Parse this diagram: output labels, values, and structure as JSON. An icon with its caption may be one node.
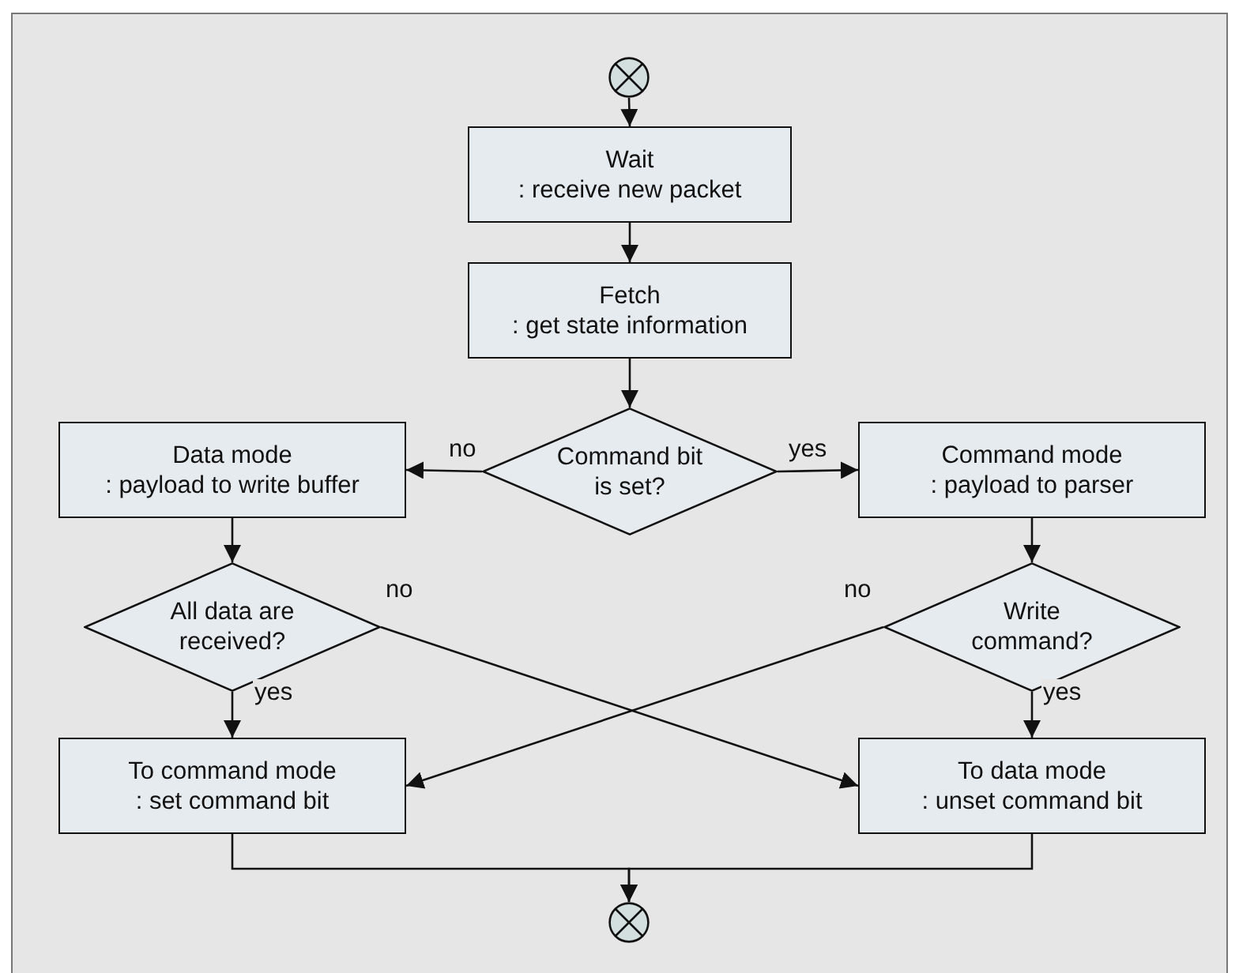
{
  "diagram": {
    "nodes": [
      {
        "text": [],
        "shape": "circle"
      },
      {
        "text": [
          "Wait",
          ": receive new packet"
        ]
      },
      {
        "text": [
          "Fetch",
          ": get state information"
        ]
      },
      {
        "text": [
          "Command bit is set?"
        ]
      },
      {
        "text": [
          "Data mode",
          ": payload to write buffer"
        ]
      },
      {
        "text": [
          "Command mode",
          ": payload to parser"
        ]
      },
      {
        "text": [
          "All data are received?"
        ]
      },
      {
        "text": [
          "Write command?"
        ]
      },
      {
        "text": [
          "To command mode",
          ": set command bit"
        ]
      },
      {
        "text": [
          "To data mode",
          ": unset command bit"
        ]
      },
      {
        "text": [],
        "shape": "circle"
      }
    ],
    "edges": [
      {
        "from": 0,
        "to": 1,
        "arrow": "to"
      },
      {
        "from": 1,
        "to": 2,
        "arrow": "to"
      },
      {
        "from": 2,
        "to": 3,
        "arrow": "to"
      },
      {
        "from": 3,
        "to": 4,
        "arrow": "to",
        "label": "no"
      },
      {
        "from": 3,
        "to": 5,
        "arrow": "to",
        "label": "yes"
      },
      {
        "from": 4,
        "to": 6,
        "arrow": "to"
      },
      {
        "from": 5,
        "to": 7,
        "arrow": "to"
      },
      {
        "from": 6,
        "to": 8,
        "arrow": "to",
        "label": "yes"
      },
      {
        "from": 6,
        "to": 9,
        "arrow": "to",
        "label": "no"
      },
      {
        "from": 7,
        "to": 8,
        "arrow": "to",
        "label": "no"
      },
      {
        "from": 7,
        "to": 9,
        "arrow": "to",
        "label": "yes"
      },
      {
        "from": 8,
        "to": 10,
        "arrow": "to"
      },
      {
        "from": 9,
        "to": 10,
        "arrow": "to"
      }
    ]
  }
}
